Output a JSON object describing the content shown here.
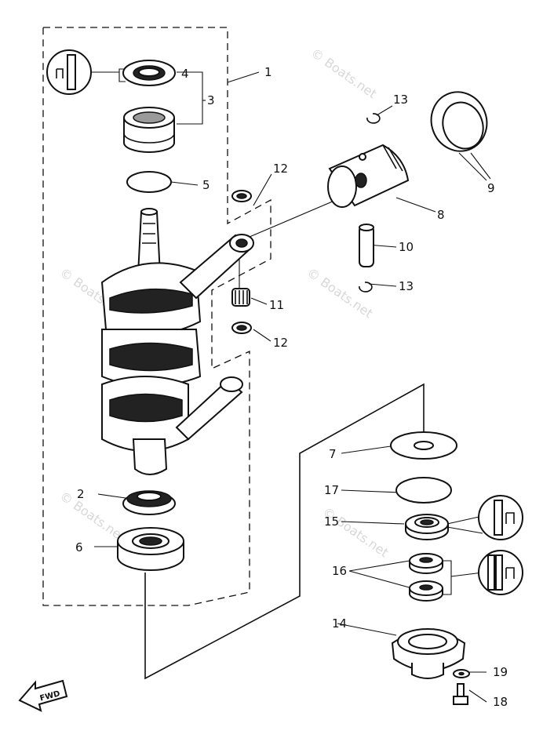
{
  "watermark": "© Boats.net",
  "fwd_label": "FWD",
  "callouts": {
    "c1": "1",
    "c2": "2",
    "c3": "3",
    "c4": "4",
    "c5": "5",
    "c6": "6",
    "c7": "7",
    "c8": "8",
    "c9": "9",
    "c10": "10",
    "c11": "11",
    "c12a": "12",
    "c12b": "12",
    "c13a": "13",
    "c13b": "13",
    "c14": "14",
    "c15": "15",
    "c16": "16",
    "c17": "17",
    "c18": "18",
    "c19": "19"
  }
}
